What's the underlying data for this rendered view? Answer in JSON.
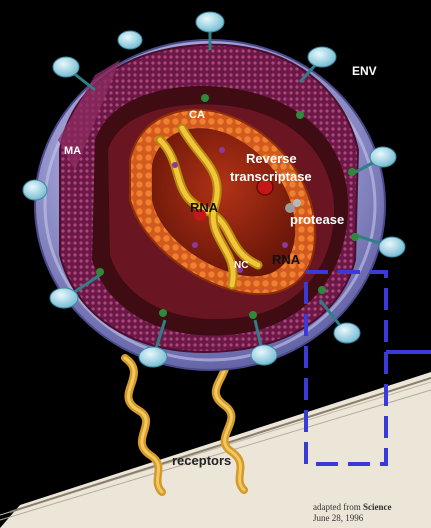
{
  "labels": {
    "env": "ENV",
    "ca": "CA",
    "ma": "MA",
    "reverse_transcriptase": [
      "Reverse",
      "transcriptase"
    ],
    "rna_left": "RNA",
    "rna_right": "RNA",
    "protease": "protease",
    "nc": "NC",
    "receptors": "receptors"
  },
  "credit": {
    "prefix": "adapted from ",
    "source": "Science",
    "date": "June 28, 1996"
  },
  "colors": {
    "background": "#000000",
    "membrane_bottom": "#ece6d8",
    "envelope": "#8f8fc6",
    "matrix": "#7a1f52",
    "capsid": "#c9551a",
    "interior": "#7a1a0c",
    "rna": "#f2c53a",
    "spike_head": "#a8dcea",
    "spike_stem": "#2f7f86",
    "selection_box": "#3a3ad8"
  },
  "icons": [
    "envelope-spike-icon",
    "receptor-icon",
    "enzyme-dot-icon"
  ]
}
